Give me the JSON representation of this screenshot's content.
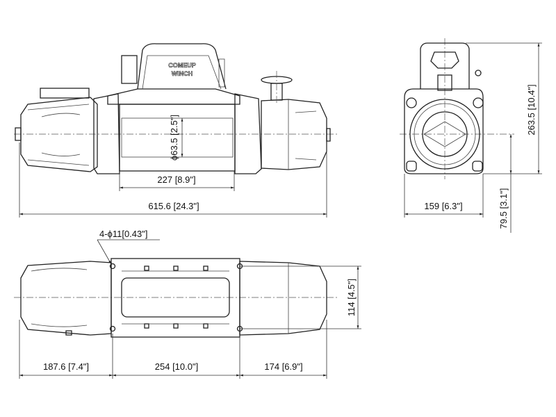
{
  "logo": {
    "line1": "COMEUP",
    "line2": "WINCH"
  },
  "front_view": {
    "drum_diameter": "ϕ63.5 [2.5\"]",
    "drum_length": "227 [8.9\"]",
    "overall_length": "615.6 [24.3\"]"
  },
  "side_view": {
    "height": "263.5 [10.4\"]",
    "width": "159 [6.3\"]",
    "center_height": "79.5 [3.1\"]"
  },
  "bottom_view": {
    "holes": "4-ϕ11[0.43\"]",
    "left_offset": "187.6 [7.4\"]",
    "bolt_spacing": "254 [10.0\"]",
    "right_offset": "174 [6.9\"]",
    "bolt_width": "114 [4.5\"]"
  }
}
